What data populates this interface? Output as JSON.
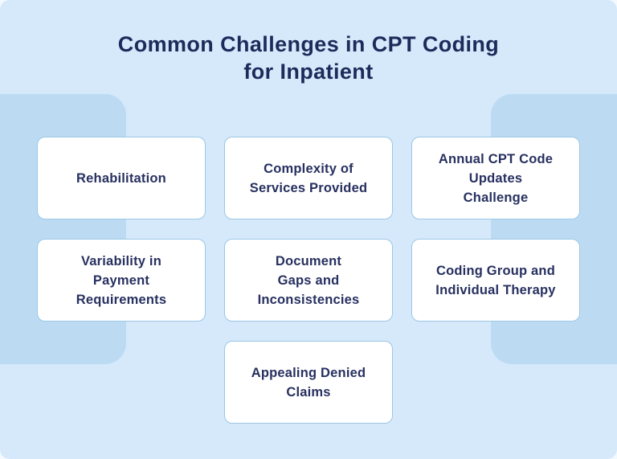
{
  "title": "Common Challenges in CPT Coding\nfor Inpatient",
  "cards": [
    {
      "label": "Rehabilitation"
    },
    {
      "label": "Complexity of\nServices Provided"
    },
    {
      "label": "Annual CPT Code\nUpdates\nChallenge"
    },
    {
      "label": "Variability in\nPayment\nRequirements"
    },
    {
      "label": "Document\nGaps and\nInconsistencies"
    },
    {
      "label": "Coding Group and\nIndividual Therapy"
    },
    {
      "label": "Appealing Denied\nClaims"
    }
  ],
  "colors": {
    "page_bg": "#f3faff",
    "panel_bg": "#d5e9fb",
    "band_bg": "#bcdbf3",
    "card_bg": "#ffffff",
    "card_border": "#9cc7e6",
    "title_color": "#1e2a5a",
    "card_text": "#273060"
  }
}
